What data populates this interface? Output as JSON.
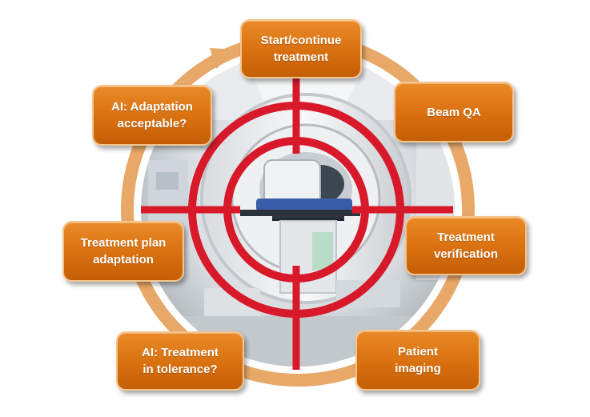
{
  "steps": [
    {
      "id": "start",
      "label": "Start/continue\ntreatment"
    },
    {
      "id": "beam-qa",
      "label": "Beam QA"
    },
    {
      "id": "verification",
      "label": "Treatment\nverification"
    },
    {
      "id": "imaging",
      "label": "Patient\nimaging"
    },
    {
      "id": "tolerance",
      "label": "AI: Treatment\nin tolerance?"
    },
    {
      "id": "plan-adaptation",
      "label": "Treatment plan\nadaptation"
    },
    {
      "id": "adaptation-acceptable",
      "label": "AI: Adaptation\nacceptable?"
    }
  ],
  "colors": {
    "cycle_ring": "#e8a868",
    "box_fill": "#d9700f",
    "box_border": "#f6c58e",
    "crosshair": "#d7192a"
  },
  "icons": {
    "background": "linac-treatment-machine-photo",
    "overlay": "crosshair-target-icon",
    "cycle": "circular-arrow-icon"
  }
}
